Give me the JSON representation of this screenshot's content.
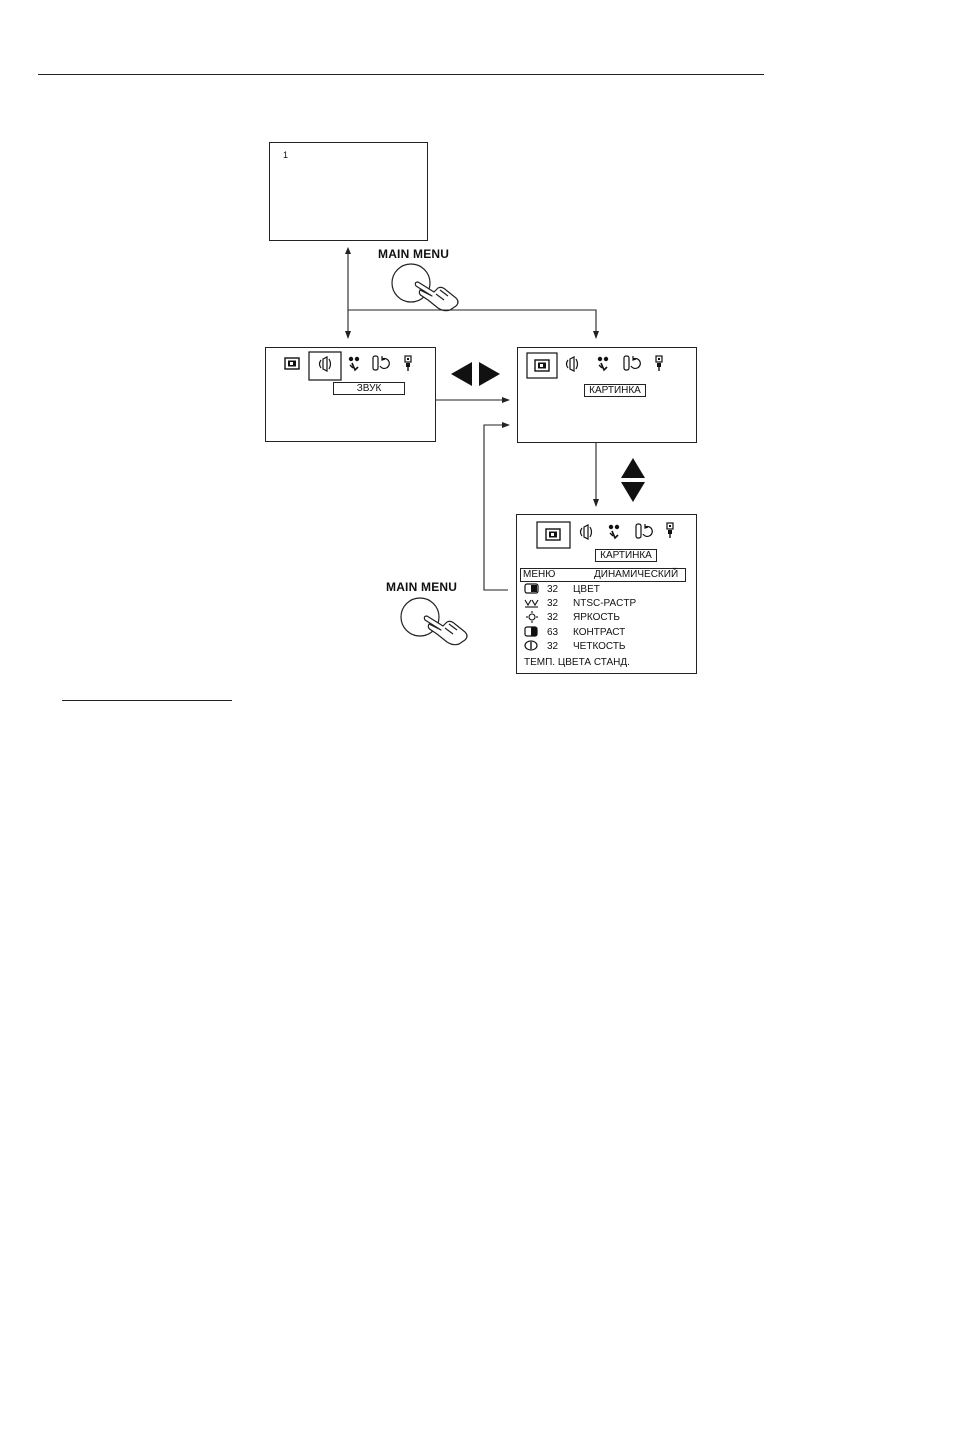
{
  "tv_screen": {
    "channel": "1"
  },
  "main_menu_button_top": {
    "label": "MAIN MENU"
  },
  "main_menu_button_bottom": {
    "label": "MAIN MENU"
  },
  "sound_screen": {
    "label": "ЗВУК"
  },
  "picture_screen": {
    "label": "КАРТИНКА"
  },
  "picture_menu_screen": {
    "label": "КАРТИНКА",
    "header": {
      "left": "МЕНЮ",
      "right": "ДИНАМИЧЕСКИЙ"
    },
    "rows": [
      {
        "icon": "color-icon",
        "value": "32",
        "name": "ЦВЕТ"
      },
      {
        "icon": "ntsc-icon",
        "value": "32",
        "name": "NTSC-PACTP"
      },
      {
        "icon": "brightness-icon",
        "value": "32",
        "name": "ЯРКОСТЬ"
      },
      {
        "icon": "contrast-icon",
        "value": "63",
        "name": "КОНТРАСТ"
      },
      {
        "icon": "sharpness-icon",
        "value": "32",
        "name": "ЧЕТКОСТЬ"
      }
    ],
    "footer": "ТЕМП. ЦВЕТА СТАНД."
  }
}
